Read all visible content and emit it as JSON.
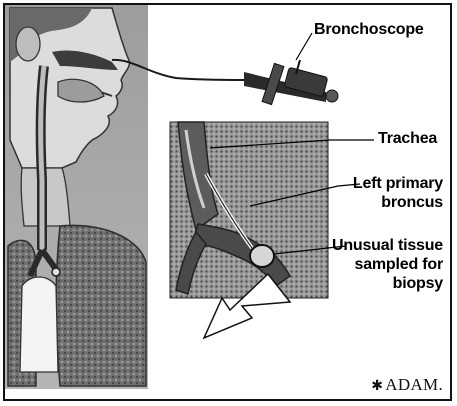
{
  "labels": {
    "bronchoscope": "Bronchoscope",
    "trachea": "Trachea",
    "left_primary_line1": "Left primary",
    "left_primary_line2": "broncus",
    "unusual_line1": "Unusual tissue",
    "unusual_line2": "sampled for",
    "unusual_line3": "biopsy"
  },
  "logo": {
    "mark": "✱",
    "text": "ADAM."
  },
  "colors": {
    "frame": "#111111",
    "tissue_dark": "#3a3a3a",
    "tissue_mid": "#7a7a7a",
    "tissue_light": "#c8c8c8",
    "arrow_fill": "#ffffff"
  }
}
